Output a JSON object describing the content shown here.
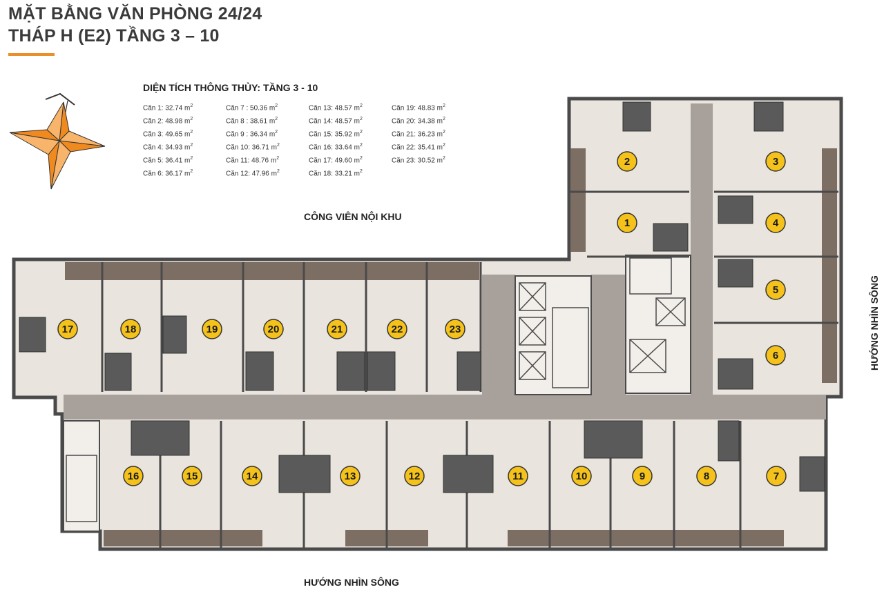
{
  "header": {
    "title_line1": "MẶT BẰNG VĂN PHÒNG 24/24",
    "title_line2": "THÁP H (E2) TẦNG 3 – 10"
  },
  "area_table": {
    "heading": "DIỆN TÍCH THÔNG THỦY: TẦNG 3 - 10",
    "columns": [
      [
        "Căn 1: 32.74 m²",
        "Căn 2: 48.98 m²",
        "Căn 3: 49.65 m²",
        "Căn 4: 34.93 m²",
        "Căn 5: 36.41 m²",
        "Căn 6: 36.17 m²"
      ],
      [
        "Căn 7  : 50.36 m²",
        "Căn 8  : 38.61 m²",
        "Căn 9  : 36.34 m²",
        "Căn 10: 36.71 m²",
        "Căn 11: 48.76 m²",
        "Căn 12: 47.96 m²"
      ],
      [
        "Căn 13: 48.57 m²",
        "Căn 14: 48.57 m²",
        "Căn 15: 35.92 m²",
        "Căn 16: 33.64 m²",
        "Căn 17: 49.60 m²",
        "Căn 18: 33.21 m²"
      ],
      [
        "Căn 19: 48.83 m²",
        "Căn 20: 34.38 m²",
        "Căn 21: 36.23 m²",
        "Căn 22: 35.41 m²",
        "Căn 23: 30.52 m²"
      ]
    ]
  },
  "labels": {
    "park": "CÔNG VIÊN NỘI KHU",
    "view_bottom": "HƯỚNG NHÌN SÔNG",
    "view_right": "HƯỚNG NHÌN SÔNG"
  },
  "units": [
    "1",
    "2",
    "3",
    "4",
    "5",
    "6",
    "7",
    "8",
    "9",
    "10",
    "11",
    "12",
    "13",
    "14",
    "15",
    "16",
    "17",
    "18",
    "19",
    "20",
    "21",
    "22",
    "23"
  ],
  "colors": {
    "accent": "#e8912a",
    "unit_marker": "#f4c21b",
    "corridor": "#a8a09a",
    "floor": "#e9e4de",
    "balcony": "#7d6e64",
    "wall": "#4a4a4a",
    "bathroom": "#5a5a5a",
    "compass": "#f08a1e"
  },
  "icons": [
    "compass-rose-icon"
  ]
}
